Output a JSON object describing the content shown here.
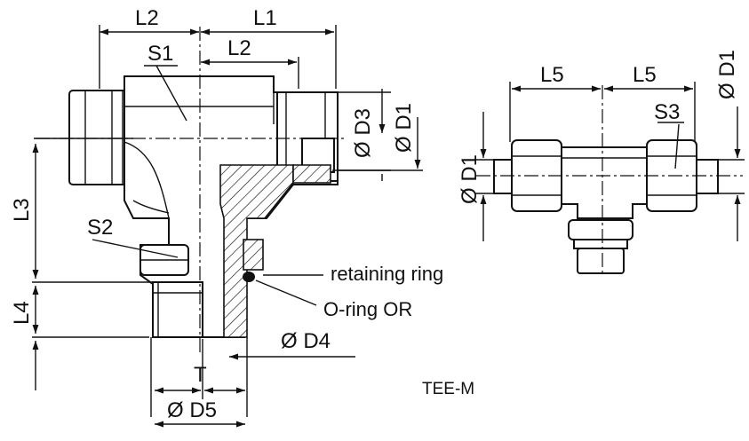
{
  "drawing": {
    "title": "TEE-M",
    "left_view": {
      "dims": {
        "L2_top": "L2",
        "L1": "L1",
        "L2_mid": "L2",
        "S1": "S1",
        "D3": "Ø D3",
        "D1": "Ø D1",
        "L3": "L3",
        "S2": "S2",
        "L4": "L4",
        "D4": "Ø D4",
        "T": "T",
        "D5": "Ø D5"
      },
      "callouts": {
        "retaining_ring": "retaining ring",
        "o_ring": "O-ring OR"
      }
    },
    "right_view": {
      "dims": {
        "L5_left": "L5",
        "L5_right": "L5",
        "D1_top": "Ø D1",
        "S3": "S3",
        "D1_side": "Ø D1"
      }
    }
  }
}
